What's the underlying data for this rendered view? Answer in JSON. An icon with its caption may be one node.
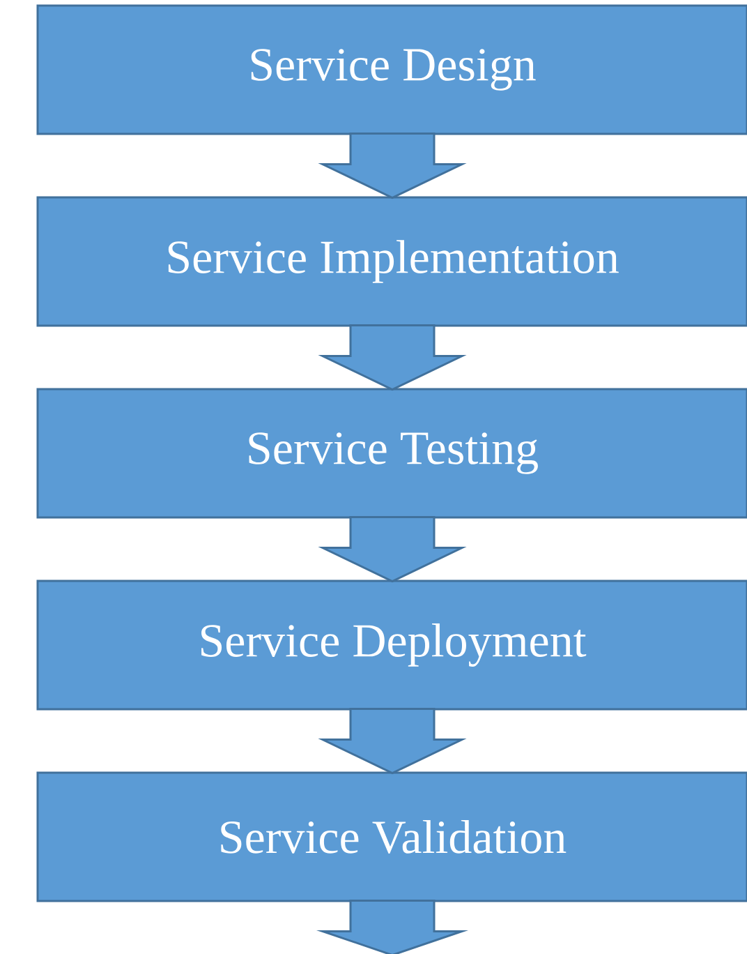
{
  "diagram": {
    "nodes": [
      {
        "text": [
          "Service Design"
        ]
      },
      {
        "text": [
          "Service Implementation"
        ]
      },
      {
        "text": [
          "Service Testing"
        ]
      },
      {
        "text": [
          "Service Deployment"
        ]
      },
      {
        "text": [
          "Service Validation"
        ]
      }
    ],
    "edges": [
      {
        "from": 0,
        "to": 1,
        "arrow": "to"
      },
      {
        "from": 1,
        "to": 2,
        "arrow": "to"
      },
      {
        "from": 2,
        "to": 3,
        "arrow": "to"
      },
      {
        "from": 3,
        "to": 4,
        "arrow": "to"
      },
      {
        "from": 4,
        "to": null,
        "arrow": "to"
      }
    ]
  }
}
